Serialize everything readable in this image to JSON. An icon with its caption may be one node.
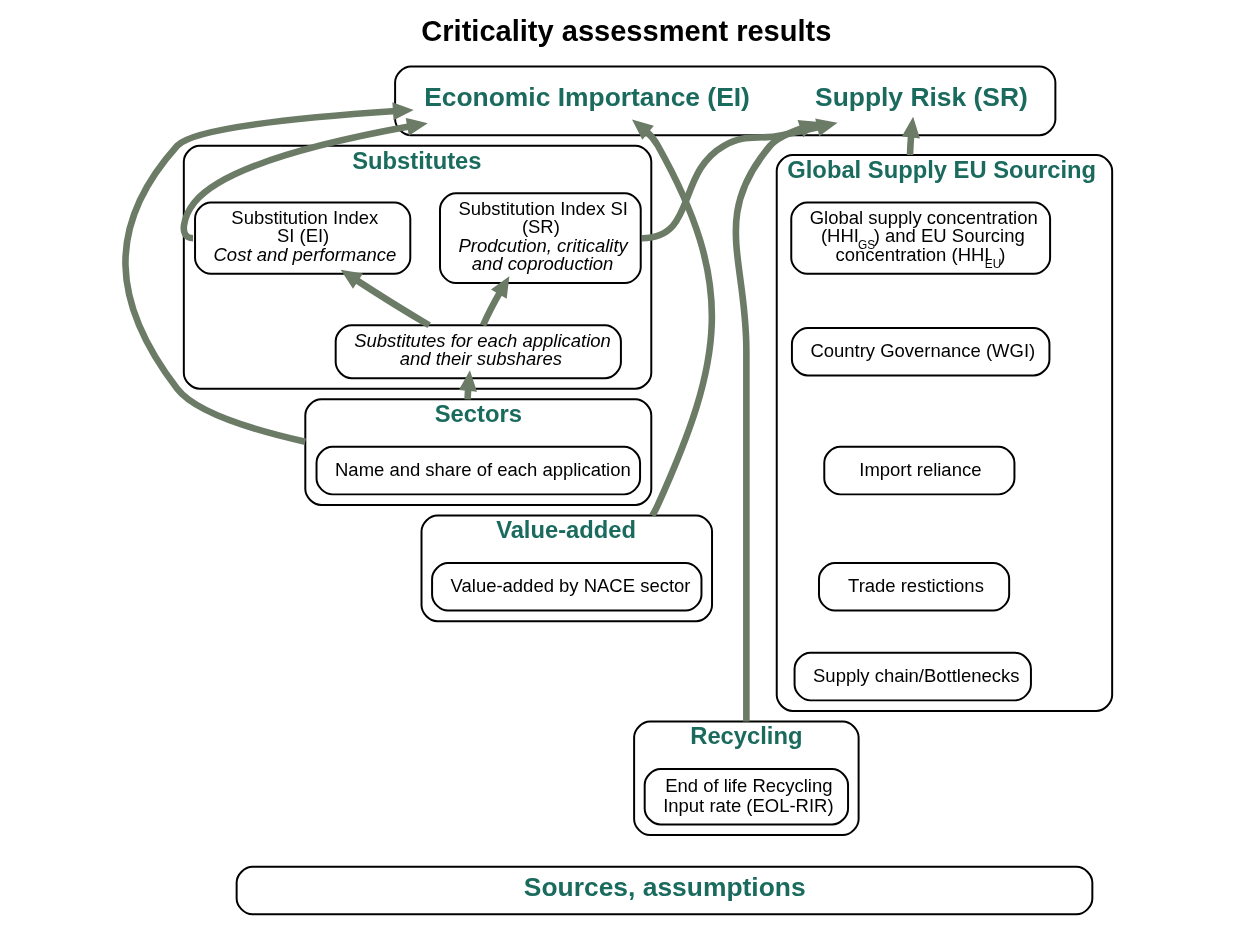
{
  "diagram": {
    "title": "Criticality assessment results",
    "nodes": [
      {
        "text": [],
        "shape": "box"
      },
      {
        "text": [
          "Economic Importance (EI)"
        ],
        "in": 0
      },
      {
        "text": [
          "Supply Risk (SR)"
        ],
        "in": 0
      },
      {
        "text": [
          "Substitutes"
        ]
      },
      {
        "text": [
          "Substitution Index SI (EI)",
          "Cost and performance"
        ],
        "in": 3
      },
      {
        "text": [
          "Substitution Index SI (SR)",
          "Prodcution, criticality and coproduction"
        ],
        "in": 3
      },
      {
        "text": [
          "Substitutes for each application and their subshares"
        ],
        "in": 3
      },
      {
        "text": [
          "Sectors"
        ]
      },
      {
        "text": [
          "Name and share of each application"
        ],
        "in": 7
      },
      {
        "text": [
          "Value-added"
        ]
      },
      {
        "text": [
          "Value-added by NACE sector"
        ],
        "in": 9
      },
      {
        "text": [
          "Global Supply EU Sourcing"
        ]
      },
      {
        "text": [
          "Global supply concentration (HHI$_{GS}$) and EU Sourcing concentration (HHI$_{EU}$)"
        ],
        "in": 11
      },
      {
        "text": [
          "Country Governance (WGI)"
        ],
        "in": 11
      },
      {
        "text": [
          "Import reliance"
        ],
        "in": 11
      },
      {
        "text": [
          "Trade restictions"
        ],
        "in": 11
      },
      {
        "text": [
          "Supply chain/Bottlenecks"
        ],
        "in": 11
      },
      {
        "text": [
          "Recycling"
        ]
      },
      {
        "text": [
          "End of life Recycling Input rate (EOL-RIR)"
        ],
        "in": 17
      },
      {
        "text": [
          "Sources, assumptions"
        ]
      }
    ],
    "edges": [
      {
        "from": 4,
        "to": 1,
        "arrow": "to"
      },
      {
        "from": 5,
        "to": 2,
        "arrow": "to"
      },
      {
        "from": 11,
        "to": 2,
        "arrow": "to"
      },
      {
        "from": 17,
        "to": 2,
        "arrow": "to"
      },
      {
        "from": 7,
        "to": 1,
        "arrow": "to"
      },
      {
        "from": 9,
        "to": 1,
        "arrow": "to"
      },
      {
        "from": 6,
        "to": 4,
        "arrow": "to"
      },
      {
        "from": 6,
        "to": 5,
        "arrow": "to"
      },
      {
        "from": 7,
        "to": 6,
        "arrow": "to"
      }
    ]
  }
}
